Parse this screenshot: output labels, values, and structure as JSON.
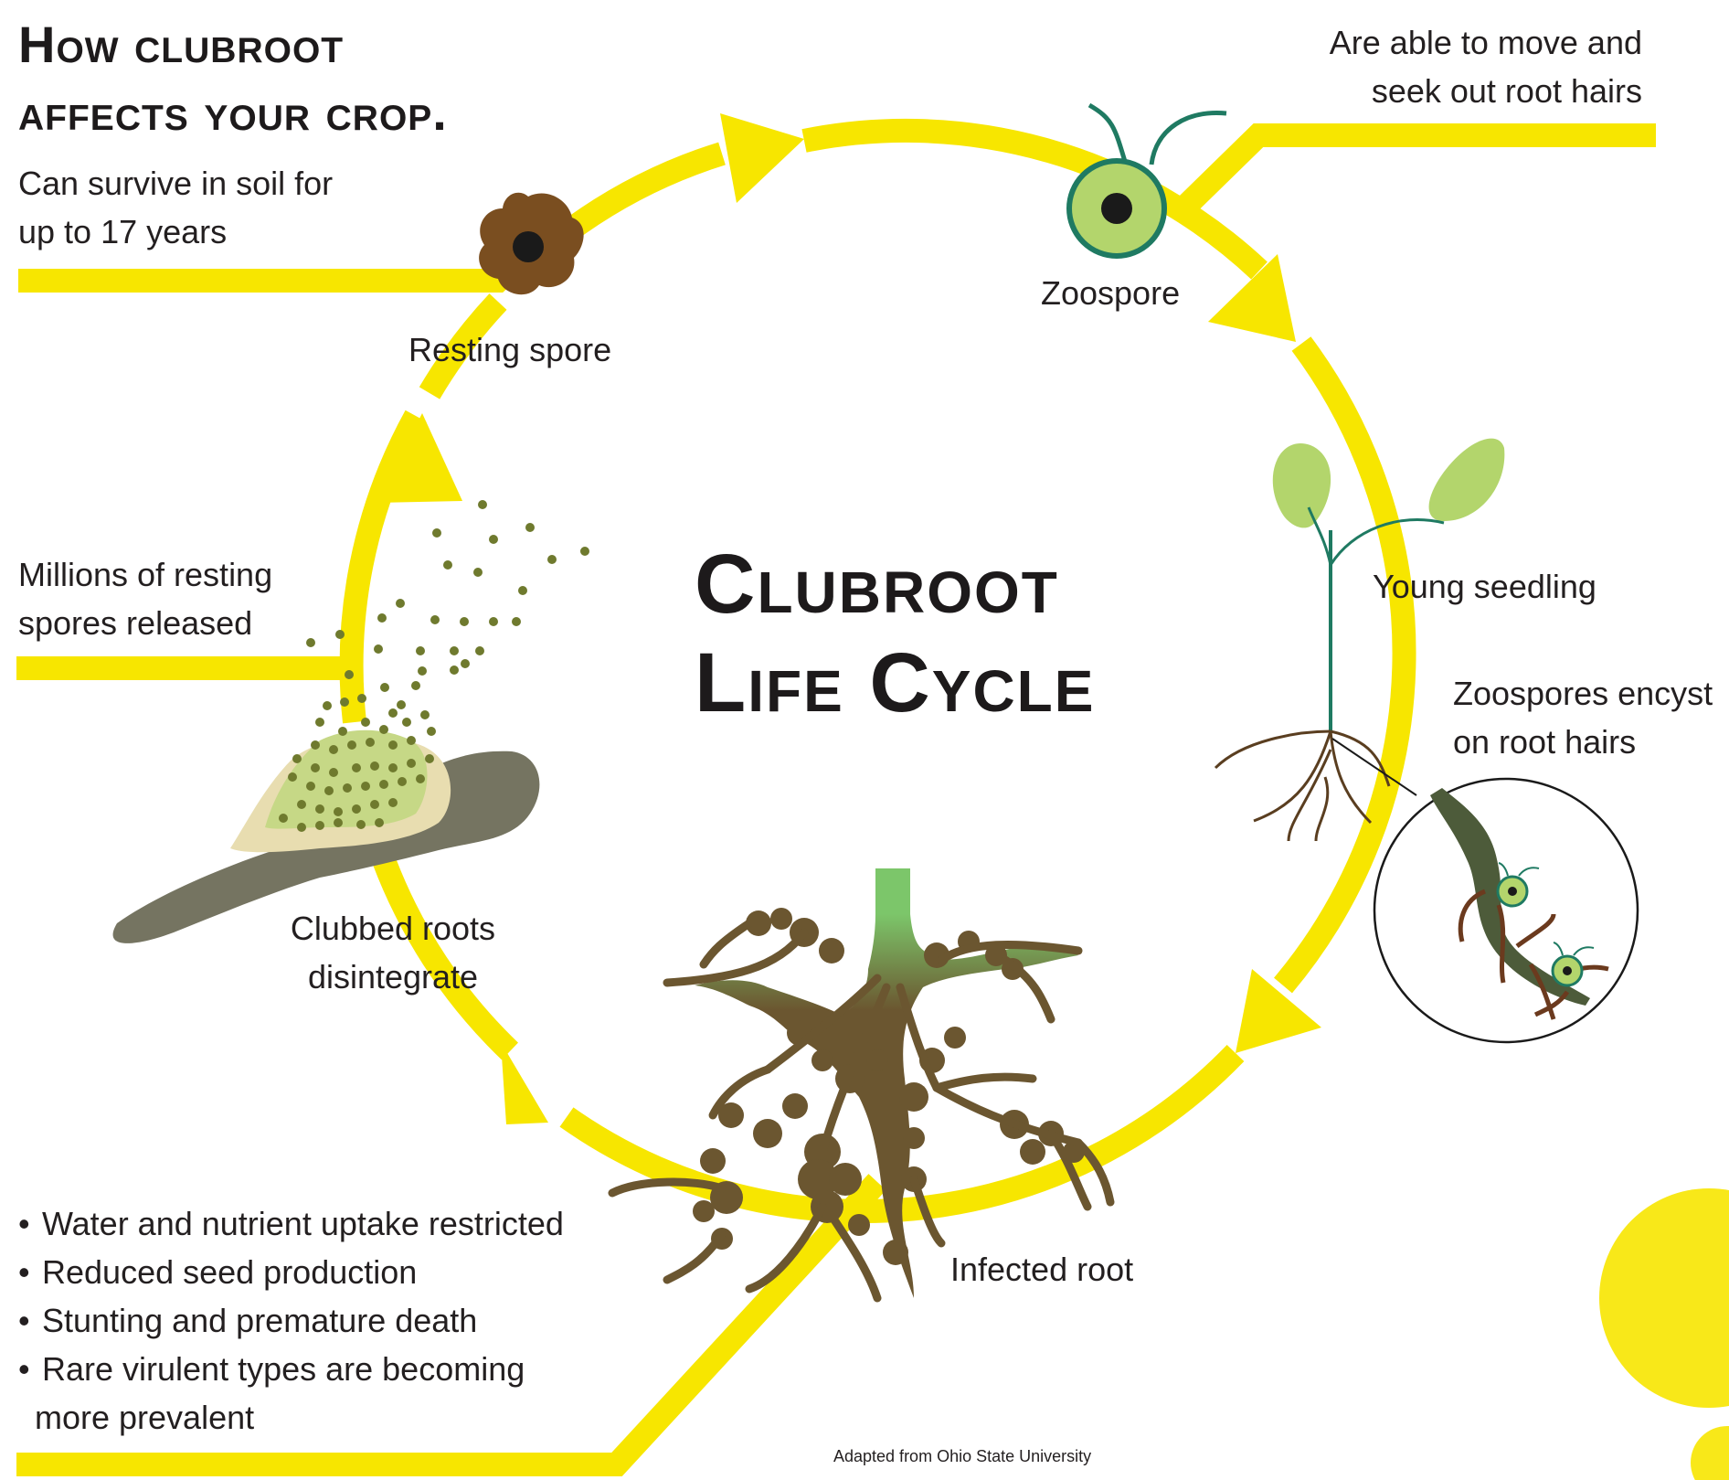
{
  "heading": {
    "line1": "How clubroot",
    "line2": "affects your crop."
  },
  "center_title": {
    "line1": "Clubroot",
    "line2": "Life Cycle"
  },
  "stages": {
    "resting_spore": "Resting spore",
    "zoospore": "Zoospore",
    "young_seedling": "Young seedling",
    "infected_root": "Infected root",
    "clubbed_roots": {
      "line1": "Clubbed roots",
      "line2": "disintegrate"
    }
  },
  "callouts": {
    "survive": {
      "line1": "Can survive in soil for",
      "line2": "up to 17 years"
    },
    "move": {
      "line1": "Are able to move and",
      "line2": "seek out root hairs"
    },
    "millions": {
      "line1": "Millions of resting",
      "line2": "spores released"
    },
    "encyst": {
      "line1": "Zoospores encyst",
      "line2": "on root hairs"
    }
  },
  "effects": [
    {
      "text": "Water and nutrient uptake restricted"
    },
    {
      "text": "Reduced seed production"
    },
    {
      "text": "Stunting and premature death"
    },
    {
      "text": "Rare virulent types are becoming",
      "cont": "more prevalent"
    }
  ],
  "bullet": "•",
  "credit": "Adapted from Ohio State University",
  "colors": {
    "cycle_yellow": "#f7e600",
    "spore_brown": "#7a4e20",
    "zoospore_green": "#b3d56c",
    "flagella_teal": "#1f7a62",
    "root_brown": "#6b5630",
    "clubbed_root_gray": "#757461",
    "cream": "#e8ddb0",
    "spore_dots": "#6f7a2e"
  }
}
